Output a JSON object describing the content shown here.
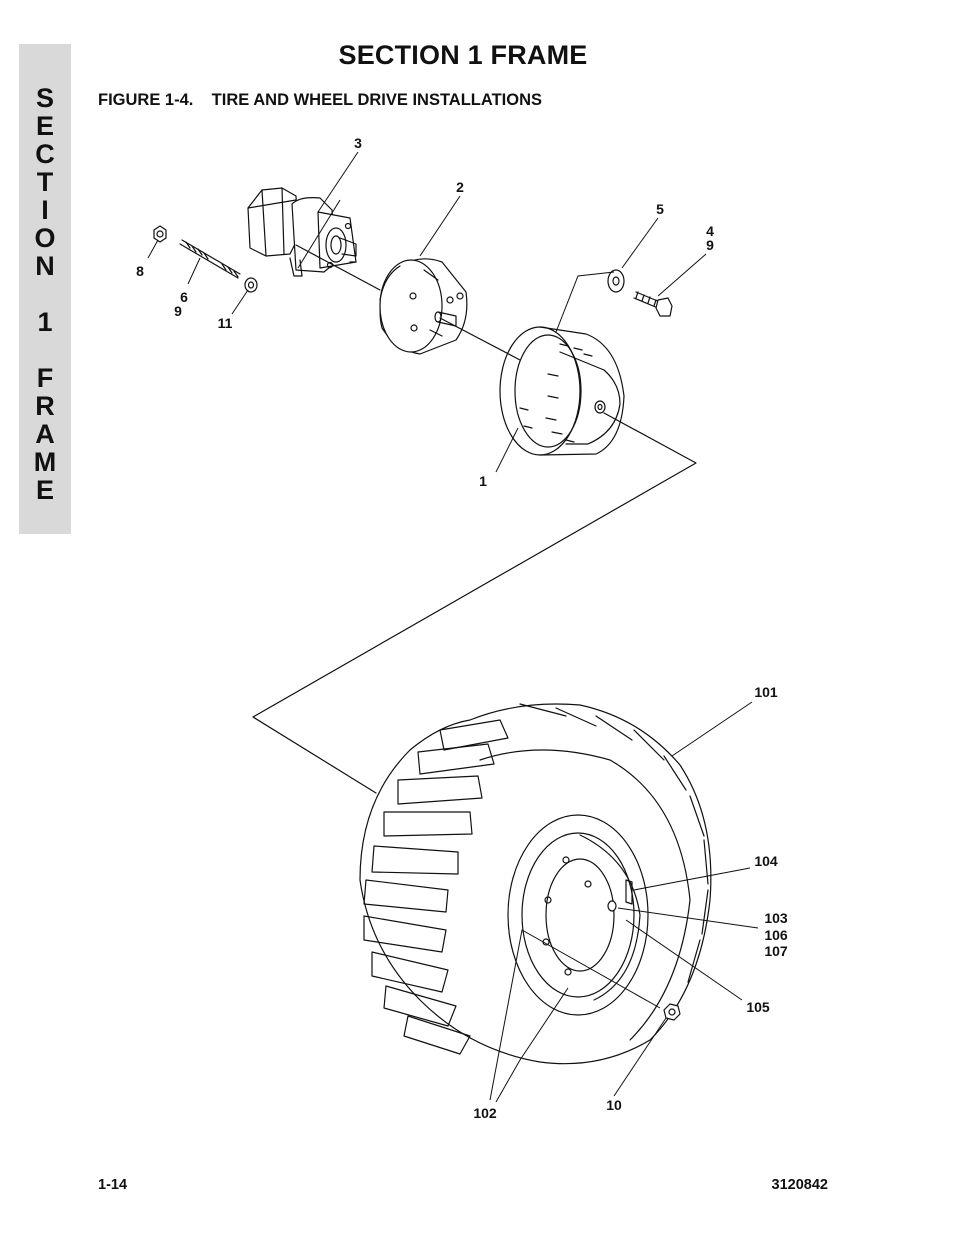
{
  "side_tab": {
    "letters": [
      "S",
      "E",
      "C",
      "T",
      "I",
      "O",
      "N",
      "1",
      "F",
      "R",
      "A",
      "M",
      "E"
    ]
  },
  "header": {
    "title": "SECTION 1  FRAME"
  },
  "figure": {
    "title": "FIGURE 1-4.    TIRE AND WHEEL DRIVE INSTALLATIONS",
    "callouts": {
      "c1": "1",
      "c2": "2",
      "c3": "3",
      "c4": "4",
      "c5": "5",
      "c6": "6",
      "c8": "8",
      "c9a": "9",
      "c9b": "9",
      "c10": "10",
      "c11": "11",
      "c101": "101",
      "c102": "102",
      "c103": "103",
      "c104": "104",
      "c105": "105",
      "c106": "106",
      "c107": "107"
    }
  },
  "footer": {
    "page_number": "1-14",
    "doc_number": "3120842"
  }
}
